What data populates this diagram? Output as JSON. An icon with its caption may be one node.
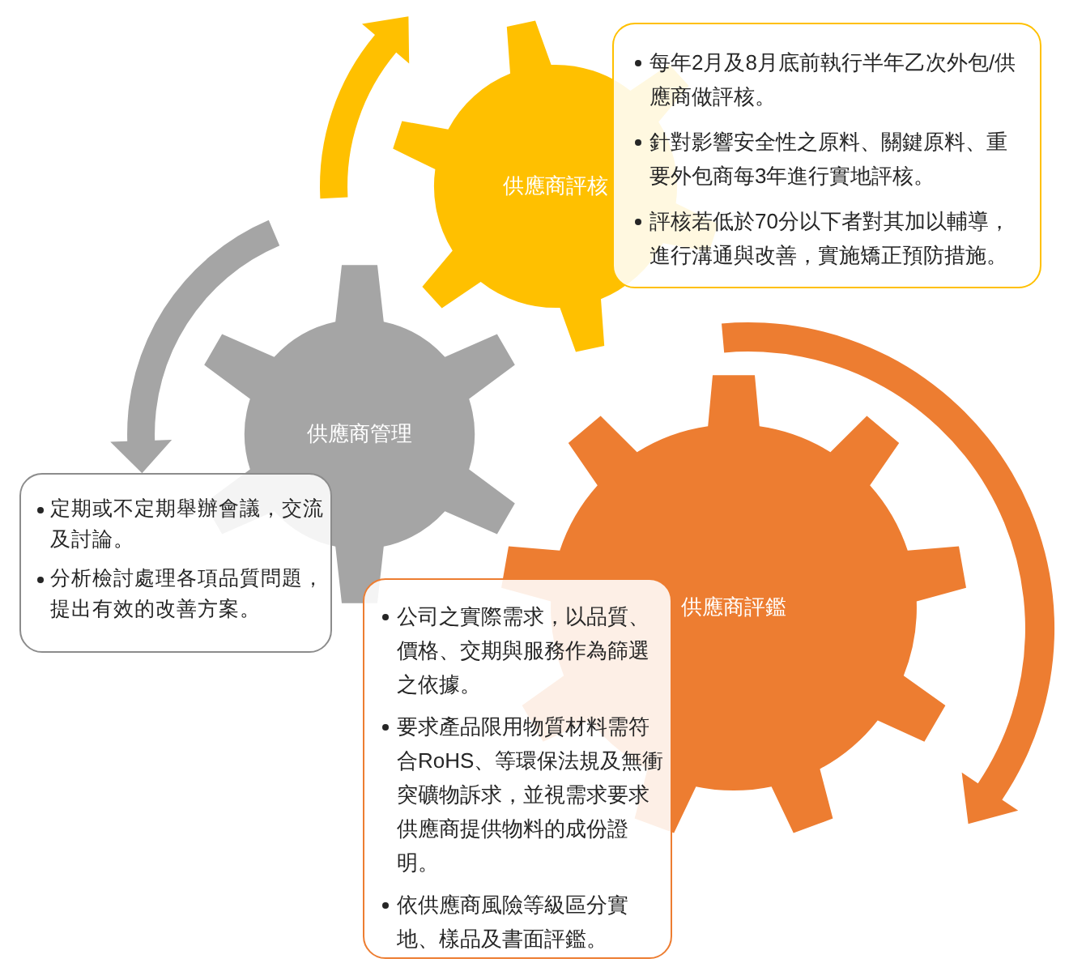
{
  "diagram": {
    "nodes": [
      {
        "text": [
          "供應商評核"
        ]
      },
      {
        "text": [
          "每年2月及8月底前執行半年乙次外包/供應商做評核。",
          "針對影響安全性之原料、關鍵原料、重要外包商每3年進行實地評核。",
          "評核若低於70分以下者對其加以輔導，進行溝通與改善，實施矯正預防措施。"
        ]
      },
      {
        "text": [
          "供應商管理"
        ]
      },
      {
        "text": [
          "定期或不定期舉辦會議，交流及討論。",
          "分析檢討處理各項品質問題，提出有效的改善方案。"
        ]
      },
      {
        "text": [
          "供應商評鑑"
        ]
      },
      {
        "text": [
          "公司之實際需求，以品質、價格、交期與服務作為篩選之依據。",
          "要求產品限用物質材料需符合RoHS、等環保法規及無衝突礦物訴求，並視需求要求供應商提供物料的成份證明。",
          "依供應商風險等級區分實地、樣品及書面評鑑。"
        ]
      }
    ],
    "edges": [
      {
        "from": 2,
        "to": 3,
        "arrow": "to"
      }
    ]
  }
}
